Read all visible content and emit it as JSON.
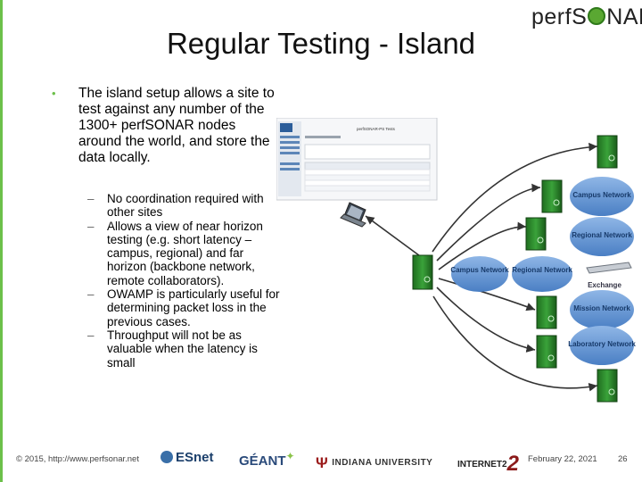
{
  "header": {
    "title": "Regular Testing - Island",
    "logo_text": "perfSONAR"
  },
  "content": {
    "bullet": "The island setup allows a site to test against any number of the 1300+ perfSONAR nodes around the world, and store the data locally.",
    "sub_bullets": [
      "No coordination required with other sites",
      "Allows a view of near horizon testing (e.g. short latency – campus, regional) and far horizon (backbone network, remote collaborators).",
      "OWAMP is particularly useful for determining packet loss in the previous cases.",
      "Throughput will not be as valuable when the latency is small"
    ]
  },
  "diagram": {
    "screenshot_title": "perfSONAR-PS Tests",
    "clouds": [
      "Campus Network",
      "Regional Network",
      "Campus Network",
      "Regional Network",
      "Mission Network",
      "Laboratory Network"
    ],
    "exchange_label": "Exchange"
  },
  "footer": {
    "copyright": "© 2015, http://www.perfsonar.net",
    "logos": [
      "ESnet",
      "GÉANT",
      "INDIANA UNIVERSITY",
      "INTERNET2"
    ],
    "date": "February 22, 2021",
    "page_number": "26"
  },
  "colors": {
    "accent_green": "#6cc04a",
    "cloud_blue": "#5b8fd0",
    "server_green": "#2e8b2e"
  },
  "icons": [
    "laptop-icon",
    "server-icon",
    "cloud-icon",
    "switch-icon"
  ]
}
